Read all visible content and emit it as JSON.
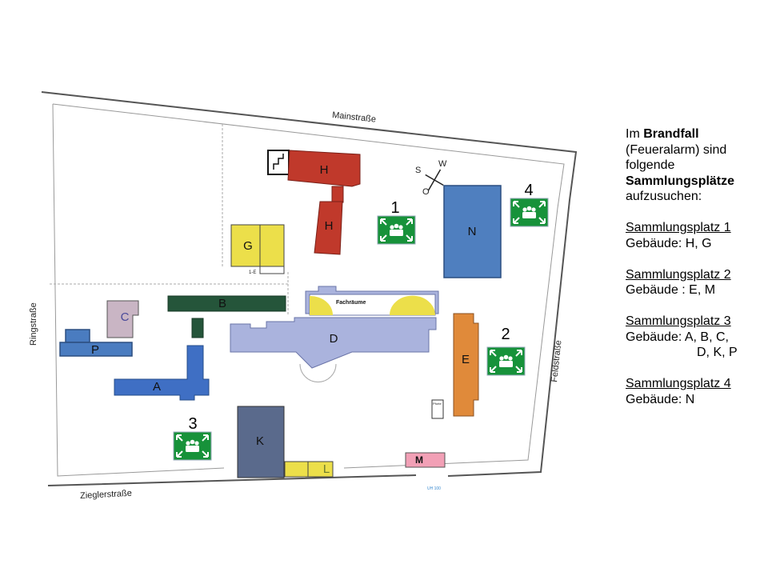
{
  "streets": {
    "north": "Mainstraße",
    "west": "Ringstraße",
    "east": "Feldstraße",
    "south": "Zieglerstraße"
  },
  "compass": {
    "w": "W",
    "s": "S",
    "o": "O"
  },
  "buildings": {
    "H": "H",
    "H2": "H",
    "G": "G",
    "N": "N",
    "B": "B",
    "C": "C",
    "P": "P",
    "D": "D",
    "A": "A",
    "E": "E",
    "K": "K",
    "L": "L",
    "M": "M"
  },
  "small_labels": {
    "g_annex": "1-E",
    "fachraeume": "Fachräume",
    "pforte": "Pforte",
    "code": "UH 100"
  },
  "assembly_points": [
    {
      "number": "1"
    },
    {
      "number": "2"
    },
    {
      "number": "3"
    },
    {
      "number": "4"
    }
  ],
  "colors": {
    "H": "#c0392b",
    "G": "#ecdf4a",
    "N": "#4f7fbf",
    "B": "#25553a",
    "C": "#c9b5c4",
    "P": "#4a7cc0",
    "D": "#aab3dd",
    "A": "#3f6fc4",
    "E": "#e08a3a",
    "K": "#5a6a8c",
    "L": "#ecdf4a",
    "M": "#f2a0b6",
    "sign": "#17923a"
  },
  "legend": {
    "intro_1": "Im ",
    "intro_bold_1": "Brandfall",
    "intro_2": "(Feueralarm) sind",
    "intro_3": "folgende",
    "intro_bold_2": "Sammlungsplätze",
    "intro_4": "aufzusuchen:",
    "items": [
      {
        "title": "Sammlungsplatz 1",
        "line1": "Gebäude: H, G"
      },
      {
        "title": "Sammlungsplatz 2",
        "line1": "Gebäude : E, M"
      },
      {
        "title": "Sammlungsplatz 3",
        "line1": "Gebäude: A, B, C,",
        "line2": "D, K, P"
      },
      {
        "title": "Sammlungsplatz 4",
        "line1": "Gebäude: N"
      }
    ]
  }
}
